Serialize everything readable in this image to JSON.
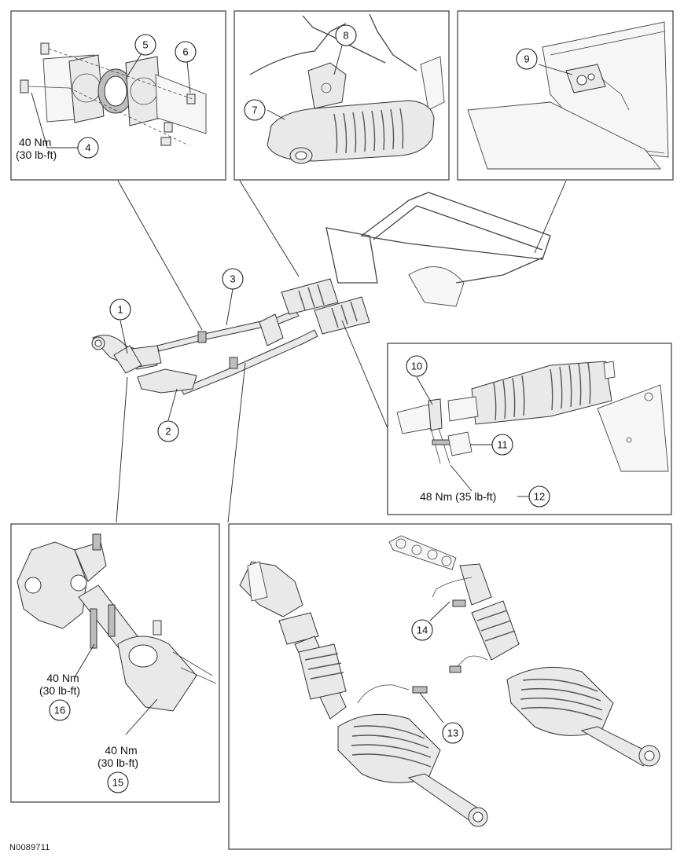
{
  "figure_id": "N0089711",
  "callouts": [
    "1",
    "2",
    "3",
    "4",
    "5",
    "6",
    "7",
    "8",
    "9",
    "10",
    "11",
    "12",
    "13",
    "14",
    "15",
    "16"
  ],
  "torques": {
    "t4_nm": "40 Nm",
    "t4_lbft": "(30 lb-ft)",
    "t12": "48 Nm (35 lb-ft)",
    "t16_nm": "40 Nm",
    "t16_lbft": "(30 lb-ft)",
    "t15_nm": "40 Nm",
    "t15_lbft": "(30 lb-ft)"
  }
}
